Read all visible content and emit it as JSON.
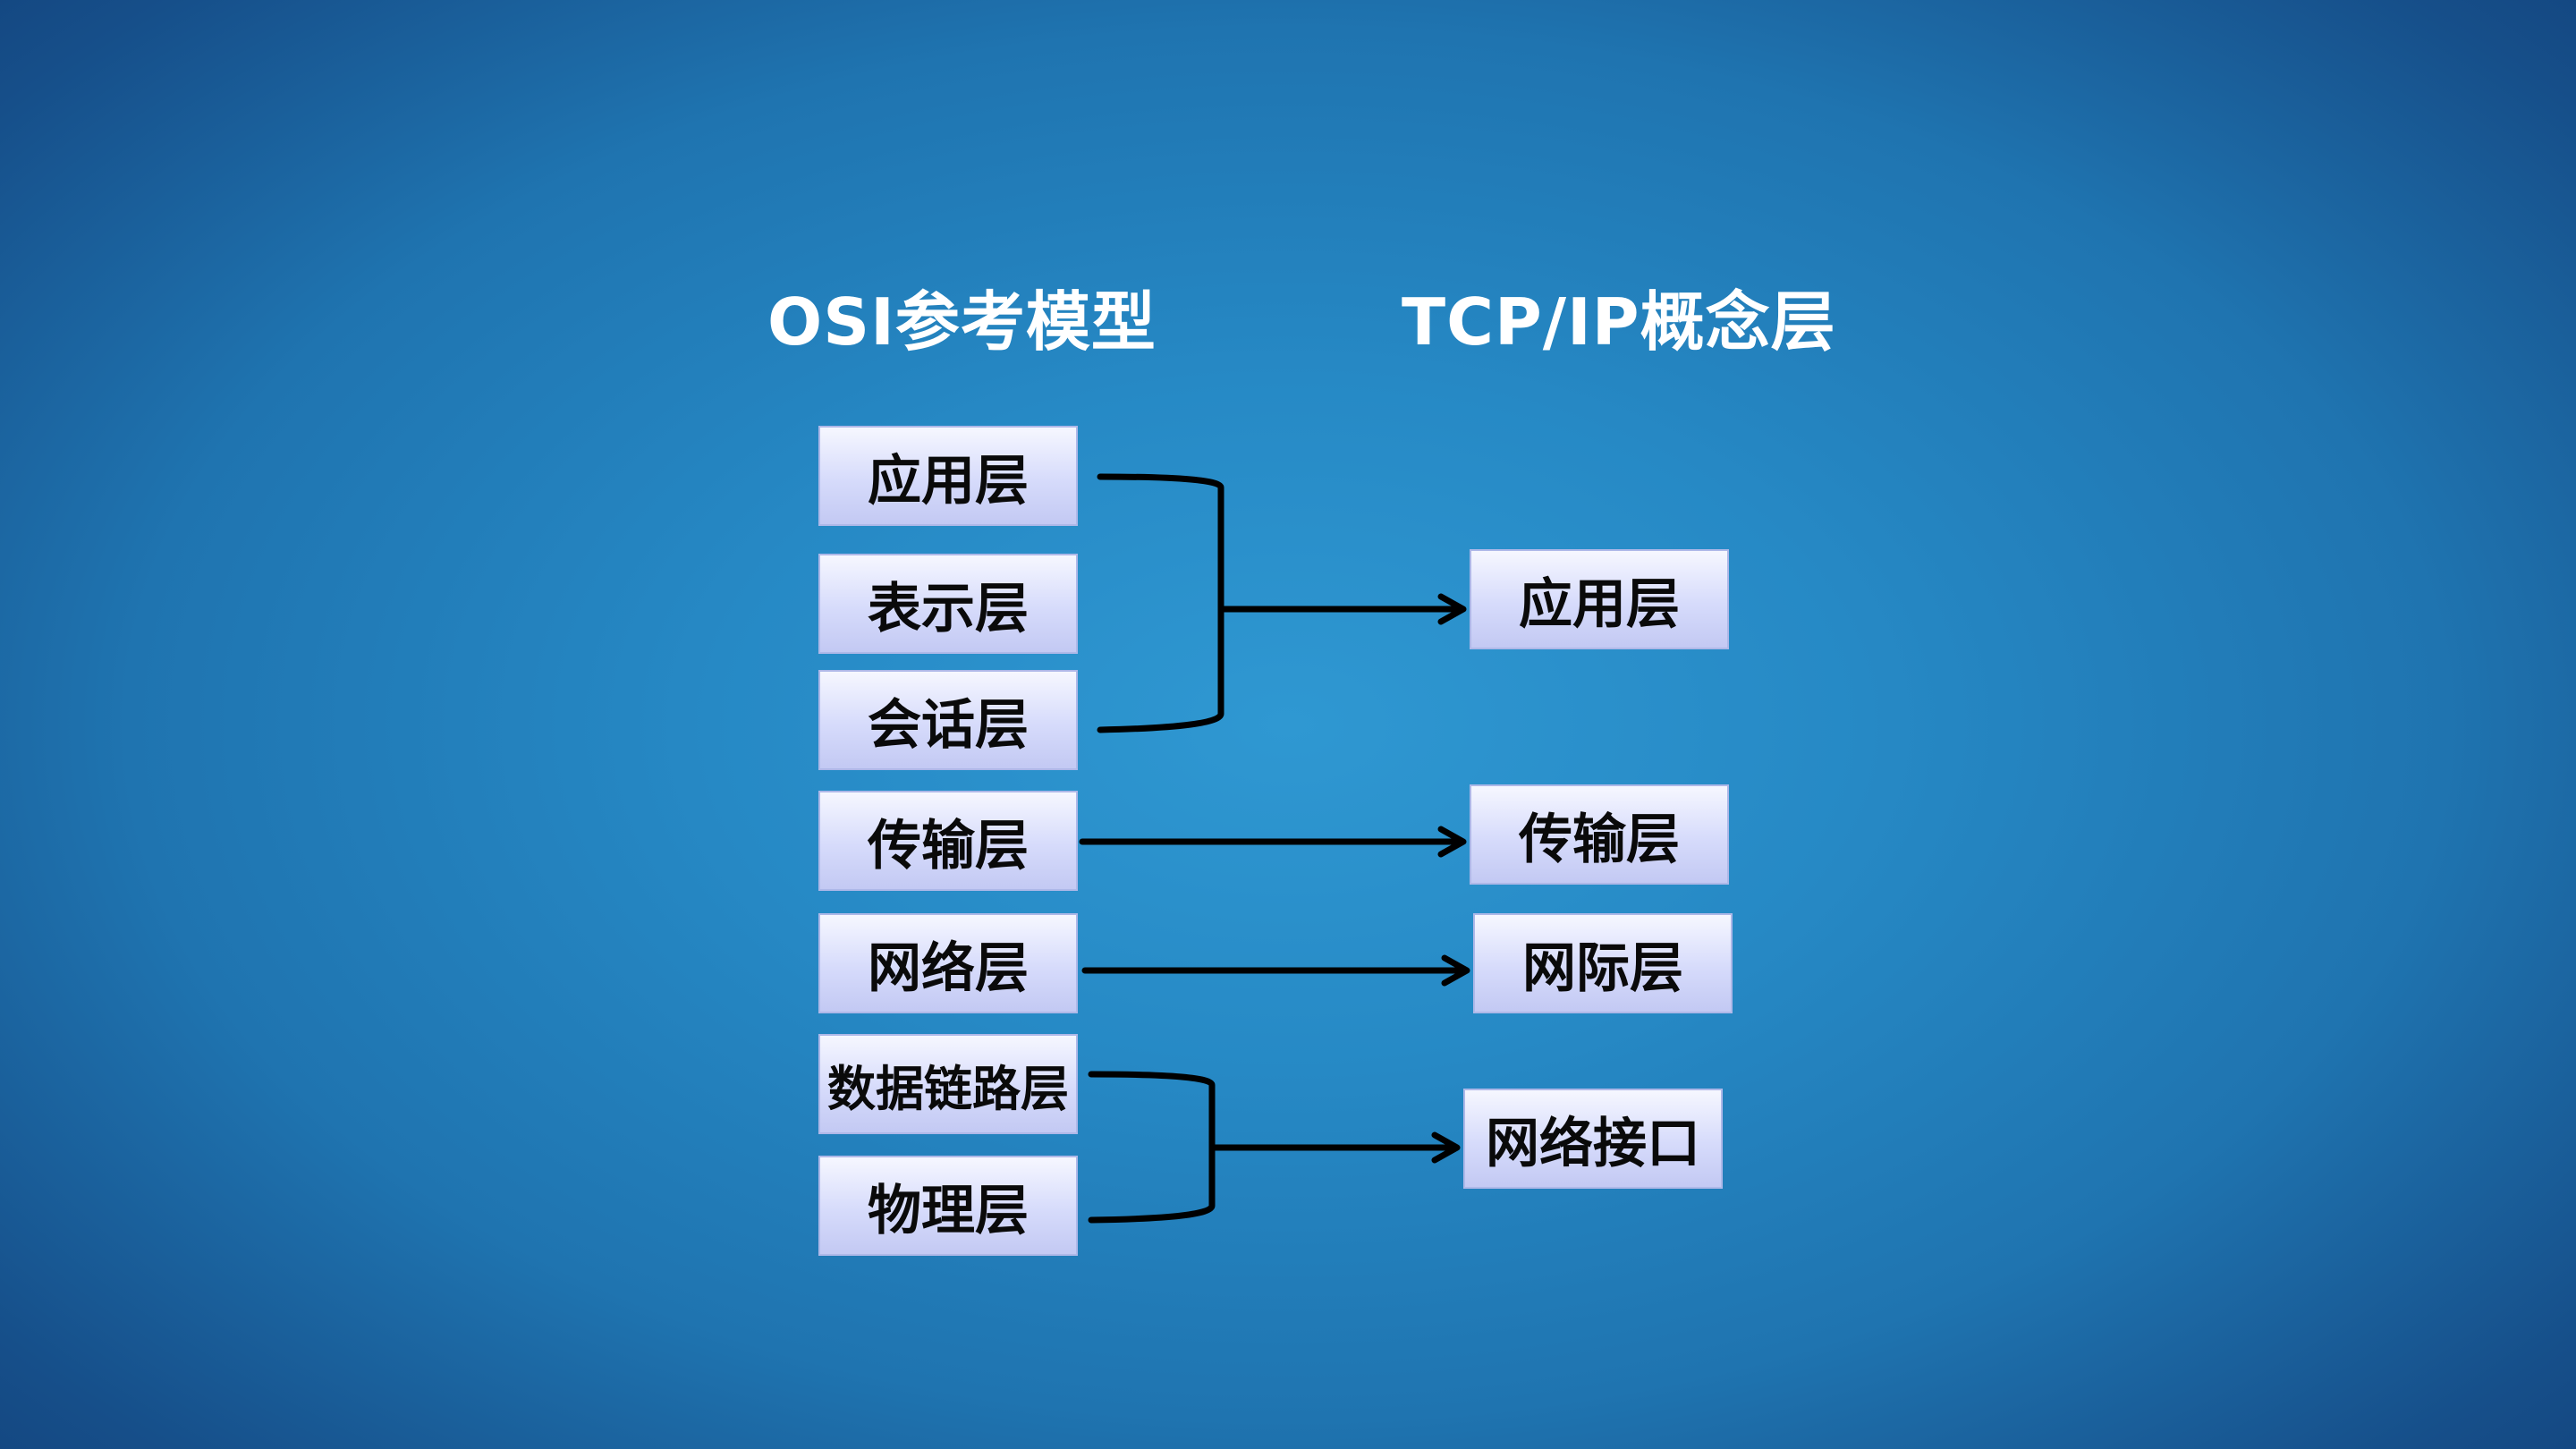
{
  "titles": {
    "osi": "OSI参考模型",
    "tcpip": "TCP/IP概念层"
  },
  "osi_layers": [
    "应用层",
    "表示层",
    "会话层",
    "传输层",
    "网络层",
    "数据链路层",
    "物理层"
  ],
  "tcpip_layers": [
    "应用层",
    "传输层",
    "网际层",
    "网络接口"
  ],
  "mappings": [
    {
      "osi": [
        "应用层",
        "表示层",
        "会话层"
      ],
      "tcpip": "应用层"
    },
    {
      "osi": [
        "传输层"
      ],
      "tcpip": "传输层"
    },
    {
      "osi": [
        "网络层"
      ],
      "tcpip": "网际层"
    },
    {
      "osi": [
        "数据链路层",
        "物理层"
      ],
      "tcpip": "网络接口"
    }
  ],
  "colors": {
    "background_center": "#2f98d2",
    "background_edge": "#123f78",
    "box_fill_top": "#f6f7ff",
    "box_fill_bottom": "#c3c9f3",
    "box_border": "#aeb8e8",
    "connector": "#000000",
    "title_text": "#ffffff"
  }
}
